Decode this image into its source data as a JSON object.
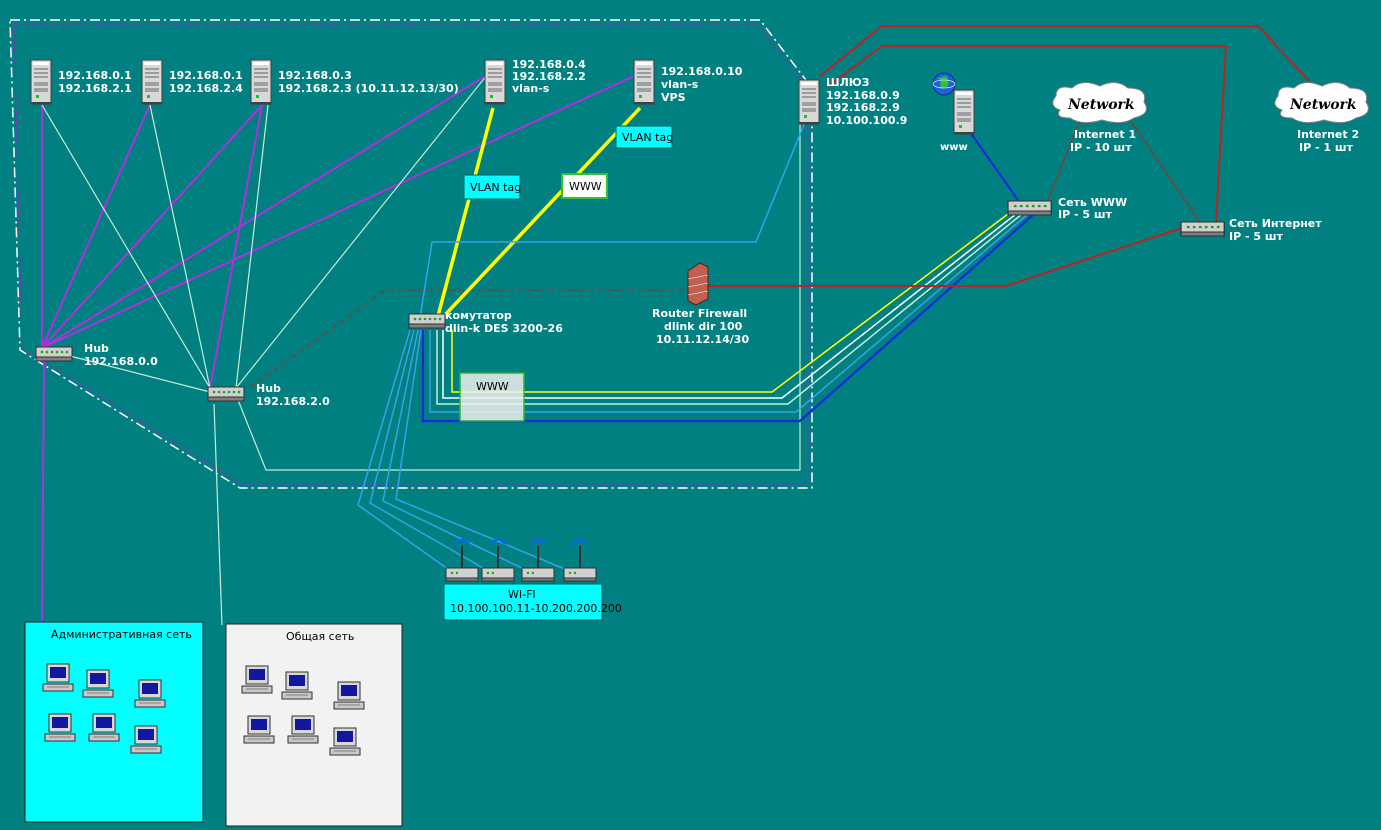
{
  "colors": {
    "background": "#008080",
    "server_to_hub_admin": "#b030e0",
    "server_to_hub_common": "#c8ecd8",
    "vlan_yellow": "#ffff00",
    "blue_link": "#3aa0e8",
    "dark_blue": "#1028e0",
    "red_link": "#c02020",
    "brown_link": "#8b3a2a"
  },
  "servers": {
    "s1": {
      "line1": "192.168.0.1",
      "line2": "192.168.2.1",
      "icon": "server-tower-icon"
    },
    "s2": {
      "line1": "192.168.0.1",
      "line2": "192.168.2.4",
      "icon": "server-tower-icon"
    },
    "s3": {
      "line1": "192.168.0.3",
      "line2": "192.168.2.3 (10.11.12.13/30)",
      "icon": "server-tower-icon"
    },
    "s4": {
      "line1": "192.168.0.4",
      "line2": "192.168.2.2",
      "line3": "vlan-s",
      "icon": "server-tower-icon"
    },
    "s5": {
      "line1": "192.168.0.10",
      "line2": "vlan-s",
      "line3": "VPS",
      "icon": "server-tower-icon"
    },
    "gateway": {
      "line1": "ШЛЮЗ",
      "line2": "192.168.0.9",
      "line3": "192.168.2.9",
      "line4": "10.100.100.9",
      "icon": "server-tower-icon"
    },
    "www": {
      "label": "www",
      "icon": "globe-icon"
    }
  },
  "hubs": {
    "hub0": {
      "line1": "Hub",
      "line2": "192.168.0.0"
    },
    "hub2": {
      "line1": "Hub",
      "line2": "192.168.2.0"
    },
    "switch": {
      "line1": "комутатор",
      "line2": "dlin-k DES 3200-26"
    },
    "www_switch": {
      "line1": "Сеть WWW",
      "line2": "IP - 5 шт"
    },
    "inet_switch": {
      "line1": "Сеть Интернет",
      "line2": "IP - 5 шт"
    }
  },
  "firewall": {
    "line1": "Router Firewall",
    "line2": "dlink dir 100",
    "line3": "10.11.12.14/30"
  },
  "clouds": {
    "c1": {
      "title": "Network",
      "line1": "Internet 1",
      "line2": "IP - 10 шт"
    },
    "c2": {
      "title": "Network",
      "line1": "Internet 2",
      "line2": "IP - 1 шт"
    }
  },
  "tags": {
    "vlan1": "VLAN tag",
    "vlan2": "VLAN tag",
    "www1": "WWW",
    "www2": "WWW"
  },
  "wifi": {
    "line1": "WI-FI",
    "line2": "10.100.100.11-10.200.200.200"
  },
  "panels": {
    "admin": "Административная сеть",
    "common": "Общая сеть"
  }
}
